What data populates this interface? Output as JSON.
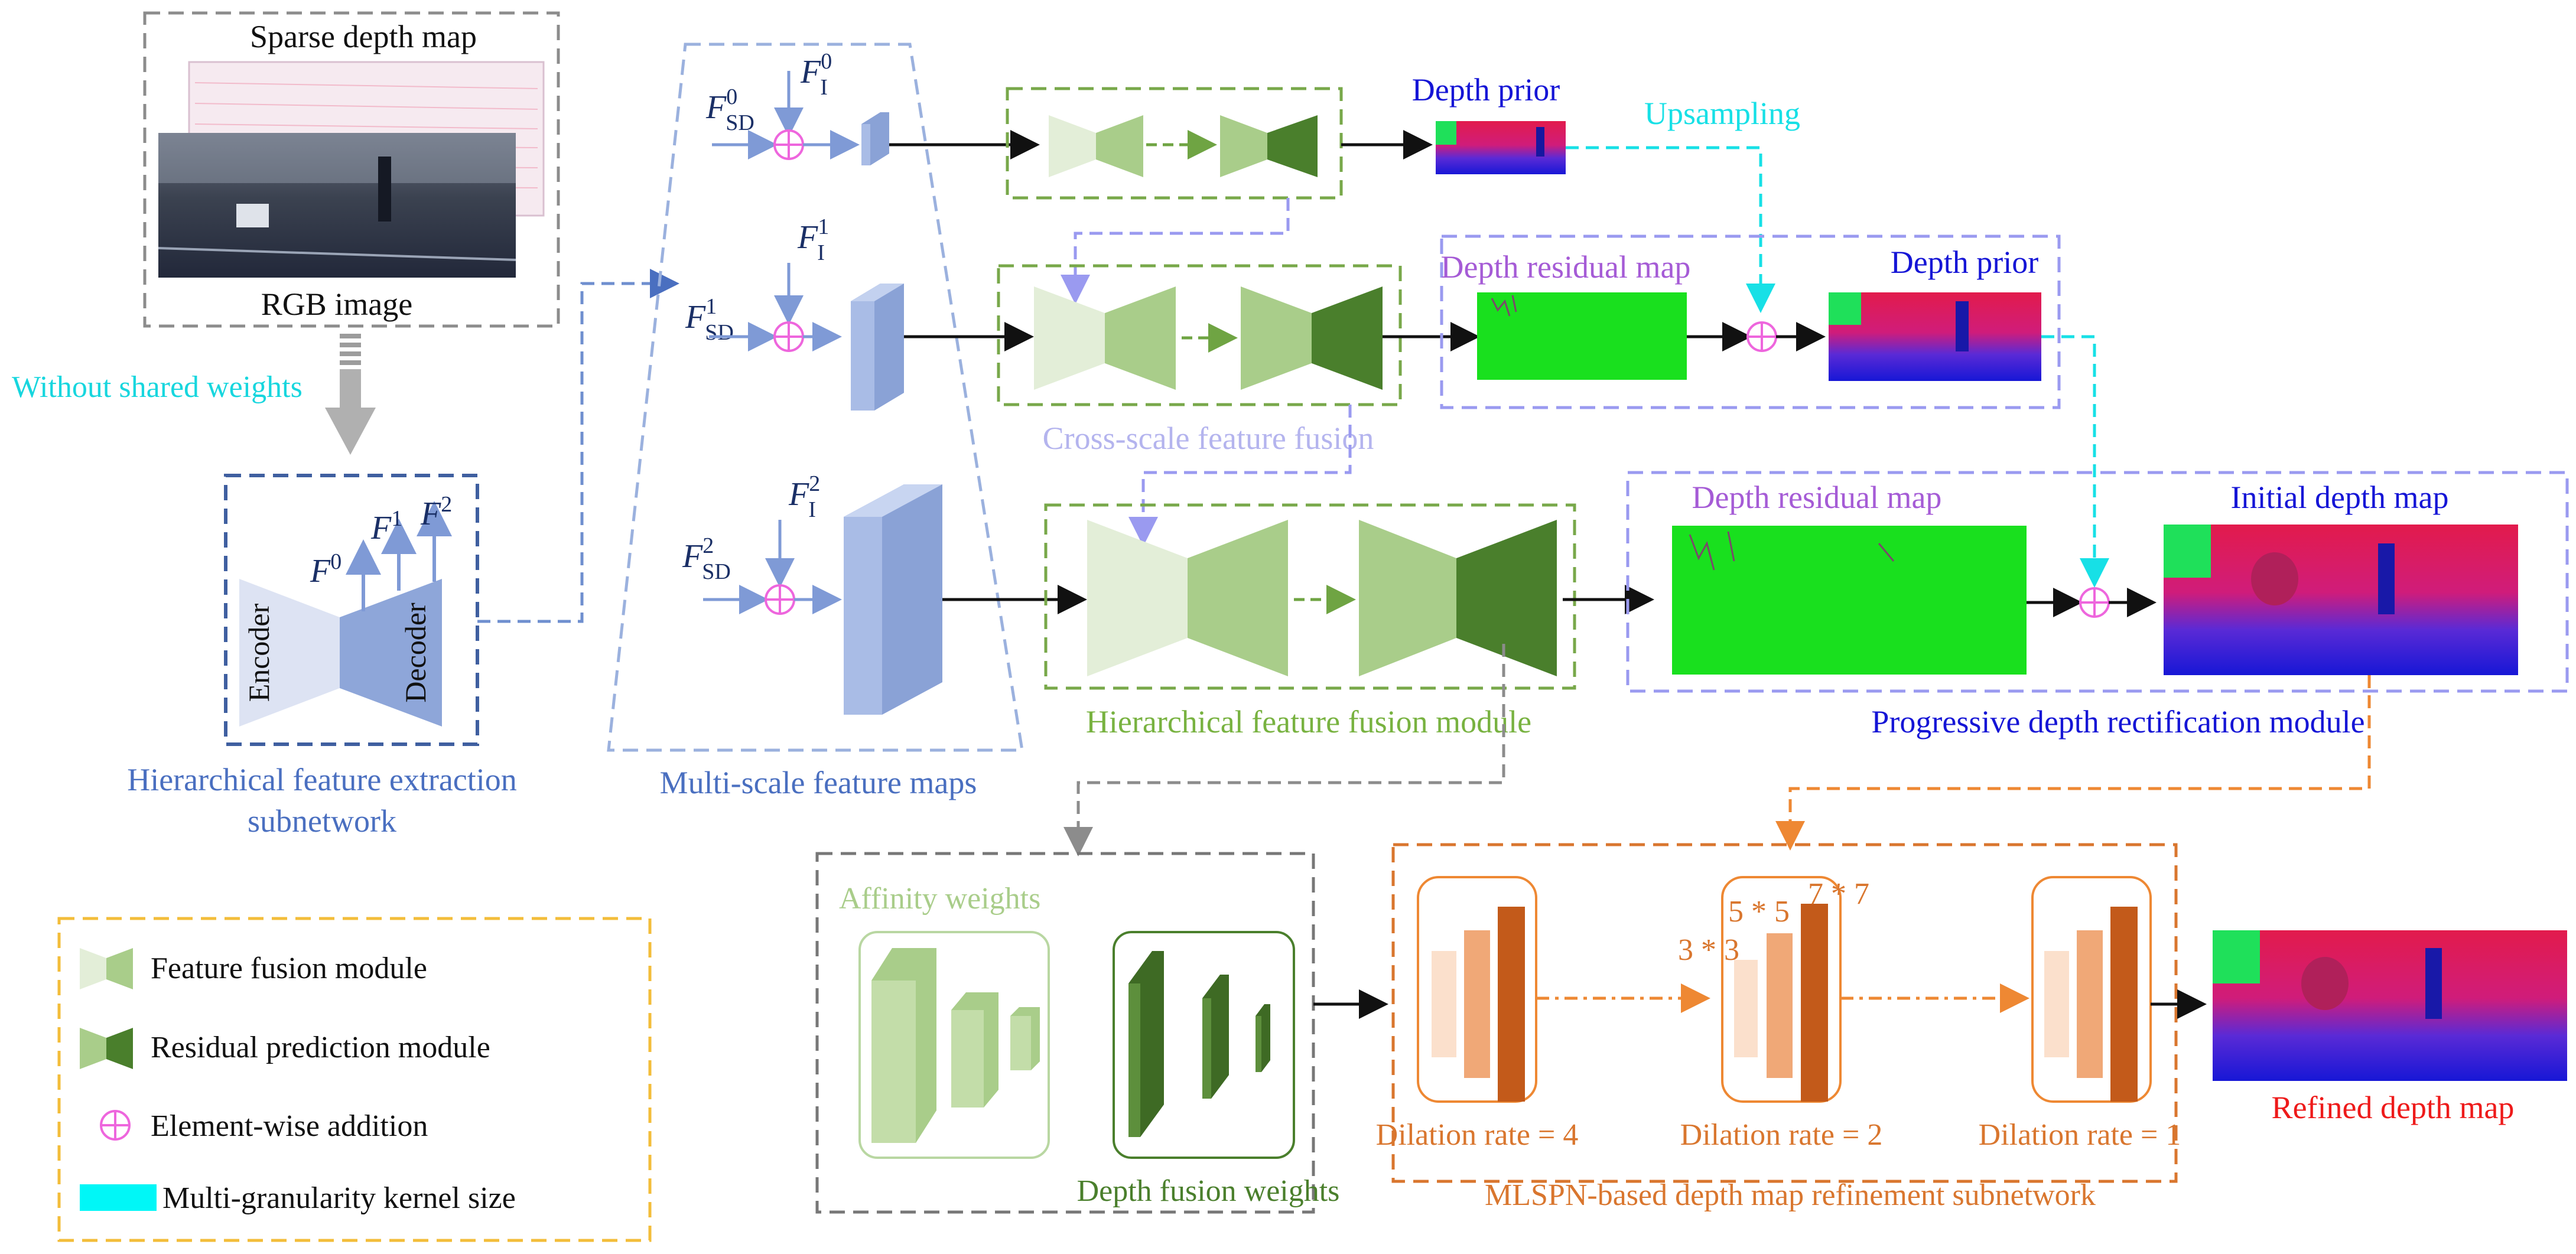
{
  "colors": {
    "gray_dash": "#8c8c8c",
    "navy_dash": "#3f5fa0",
    "light_blue": "#9bb1de",
    "blue": "#6f8fcf",
    "green_dash": "#78a84a",
    "lavender": "#9a9af0",
    "orange": "#d97a33",
    "gold": "#f3bd3a",
    "cyan": "#17e0e6",
    "violet": "#a55bd6",
    "deep_blue": "#1515d6",
    "red": "#ee1a1a",
    "magenta": "#ee66dd",
    "fusion_light": "#e3eed8",
    "fusion_mid": "#a9cd8a",
    "residual_dark": "#4a7f2c"
  },
  "input": {
    "sparse_label": "Sparse depth map",
    "rgb_label": "RGB image"
  },
  "extraction": {
    "shared_weights_label": "Without shared weights",
    "encoder_label": "Encoder",
    "decoder_label": "Decoder",
    "title_line1": "Hierarchical feature extraction",
    "title_line2": "subnetwork",
    "features": [
      {
        "base": "F",
        "sup": "0"
      },
      {
        "base": "F",
        "sup": "1"
      },
      {
        "base": "F",
        "sup": "2"
      }
    ]
  },
  "multiscale": {
    "title": "Multi-scale feature maps",
    "rows": [
      {
        "sd_base": "F",
        "sd_sup": "0",
        "sd_sub": "SD",
        "i_base": "F",
        "i_sup": "0",
        "i_sub": "I"
      },
      {
        "sd_base": "F",
        "sd_sup": "1",
        "sd_sub": "SD",
        "i_base": "F",
        "i_sup": "1",
        "i_sub": "I"
      },
      {
        "sd_base": "F",
        "sd_sup": "2",
        "sd_sub": "SD",
        "i_base": "F",
        "i_sup": "2",
        "i_sub": "I"
      }
    ]
  },
  "fusion": {
    "cross_scale_label": "Cross-scale feature fusion",
    "module_label": "Hierarchical feature fusion module"
  },
  "rectification": {
    "depth_prior_top": "Depth prior",
    "upsampling": "Upsampling",
    "residual_mid": "Depth residual map",
    "prior_mid": "Depth prior",
    "residual_bottom": "Depth residual map",
    "initial_depth": "Initial depth map",
    "title": "Progressive depth rectification module"
  },
  "weights": {
    "affinity": "Affinity weights",
    "depth_fusion": "Depth fusion weights"
  },
  "refinement": {
    "kernel_3": "3 * 3",
    "kernel_5": "5 * 5",
    "kernel_7": "7 * 7",
    "dilation_4": "Dilation rate = 4",
    "dilation_2": "Dilation rate = 2",
    "dilation_1": "Dilation rate = 1",
    "refined": "Refined depth map",
    "title": "MLSPN-based depth map refinement subnetwork"
  },
  "legend": {
    "items": [
      {
        "icon": "feature-fusion-icon",
        "label": "Feature fusion module"
      },
      {
        "icon": "residual-prediction-icon",
        "label": "Residual prediction module"
      },
      {
        "icon": "element-wise-addition-icon",
        "label": "Element-wise addition"
      },
      {
        "icon": "kernel-size-icon",
        "label": "Multi-granularity kernel size"
      }
    ]
  }
}
